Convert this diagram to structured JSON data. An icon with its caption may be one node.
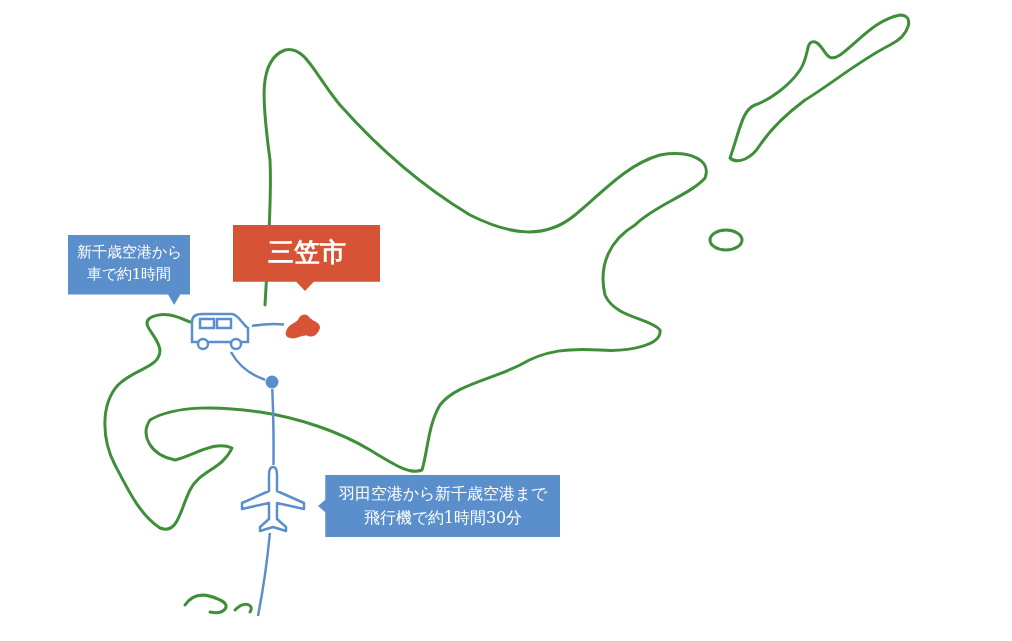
{
  "diagram": {
    "nodes": [
      {
        "text": [
          "新千歳空港から車で約1時間"
        ]
      },
      {
        "text": [
          "三笠市"
        ]
      },
      {
        "text": [
          "羽田空港から新千歳空港まで飛行機で約1時間30分"
        ]
      },
      {
        "text": [],
        "shape": "picture"
      },
      {
        "text": [],
        "shape": "picture"
      },
      {
        "text": [],
        "shape": "circle"
      },
      {
        "text": [],
        "shape": "picture"
      }
    ],
    "edges": [
      {
        "from": null,
        "to": 6,
        "arrow": "none"
      },
      {
        "from": 6,
        "to": 5,
        "arrow": "none"
      },
      {
        "from": 5,
        "to": 4,
        "arrow": "none"
      },
      {
        "from": 4,
        "to": 3,
        "arrow": "none"
      }
    ]
  }
}
